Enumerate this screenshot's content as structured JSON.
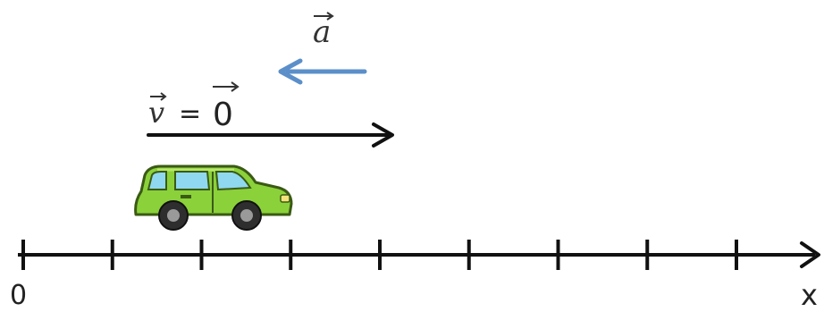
{
  "acceleration_label": "a",
  "velocity_label": {
    "symbol": "v",
    "equals": "=",
    "zero": "0"
  },
  "axis": {
    "origin_label": "0",
    "axis_label": "x",
    "tick_count": 9
  },
  "car": {
    "name": "car",
    "body_color": "#8BD13A",
    "window_color": "#8FD8F0",
    "outline_color": "#3A5A14"
  },
  "colors": {
    "acceleration_arrow": "#5B8FC9",
    "velocity_arrow": "#111111",
    "axis": "#111111"
  }
}
